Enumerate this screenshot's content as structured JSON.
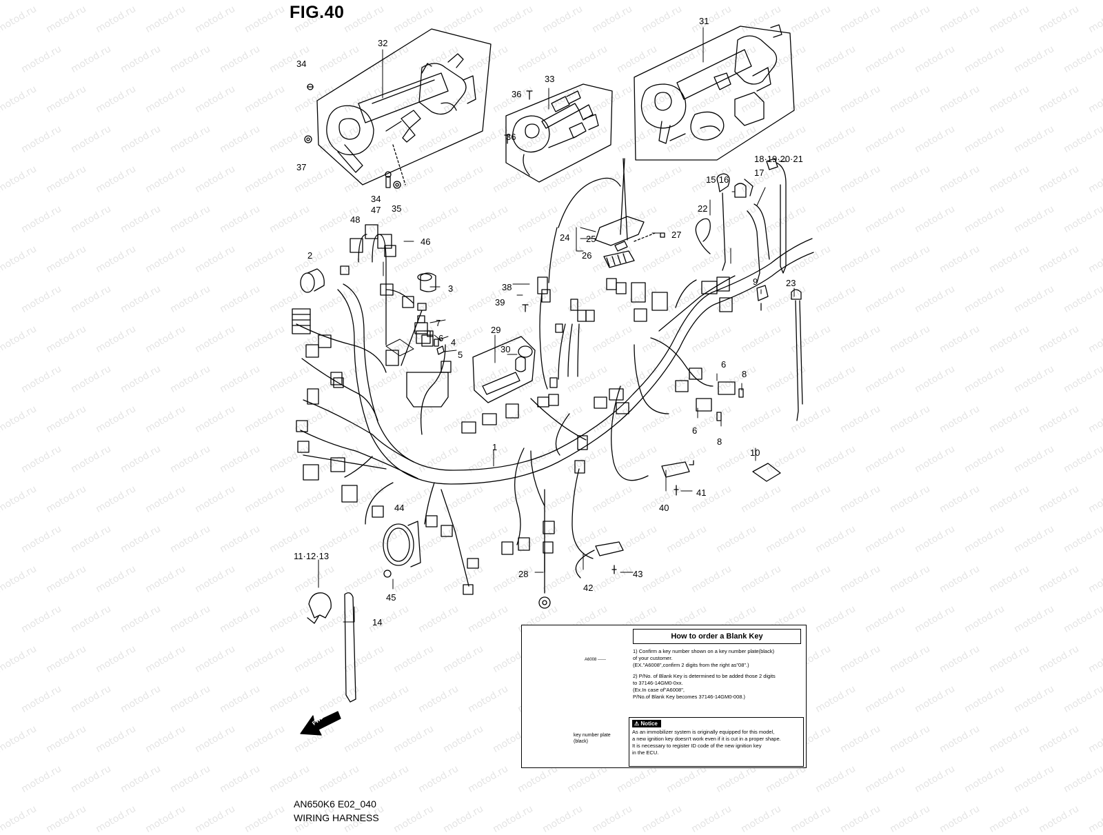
{
  "figure": {
    "title": "FIG.40",
    "code": "AN650K6 E02_040",
    "name": "WIRING HARNESS"
  },
  "watermark": "motod.ru",
  "callouts": [
    "32",
    "34",
    "37",
    "34",
    "35",
    "33",
    "36",
    "36",
    "31",
    "18·19·20·21",
    "15·16",
    "17",
    "22",
    "48",
    "47",
    "46",
    "2",
    "3",
    "24",
    "25",
    "27",
    "26",
    "38",
    "39",
    "9",
    "23",
    "7",
    "6",
    "4",
    "5",
    "29",
    "30",
    "6",
    "8",
    "6",
    "8",
    "1",
    "10",
    "44",
    "40",
    "41",
    "11·12·13",
    "45",
    "14",
    "28",
    "42",
    "43"
  ],
  "blank_key_note": {
    "title": "How to order a Blank Key",
    "tag_text": "A6008 ------",
    "plate_label_line1": "key number plate",
    "plate_label_line2": "(black)",
    "step1_line1": "1) Confirm a key number shown on a key number plate(black)",
    "step1_line2": "of your customer.",
    "step1_line3": "(EX.\"A6008\",confirm 2 digits from the right as\"08\".)",
    "step2_line1": "2) P/No. of Blank Key is determined to be added those 2 digits",
    "step2_line2": "to 37146-14GM0-0xx.",
    "step2_line3": "(Ex.In case of\"A6008\",",
    "step2_line4": "P/No.of Blank Key becomes 37146-14GM0-008.)",
    "notice_label": "Notice",
    "notice_line1": "As an immobilizer system is originally equipped for this model,",
    "notice_line2": "a new ignition key doesn't work even if it is cut in a proper shape.",
    "notice_line3": "It is necessary to register ID code of the new ignition key",
    "notice_line4": "in the ECU."
  },
  "fwd_label": "FWD",
  "colors": {
    "line": "#000000",
    "watermark": "#e4e4e4",
    "background": "#ffffff"
  }
}
